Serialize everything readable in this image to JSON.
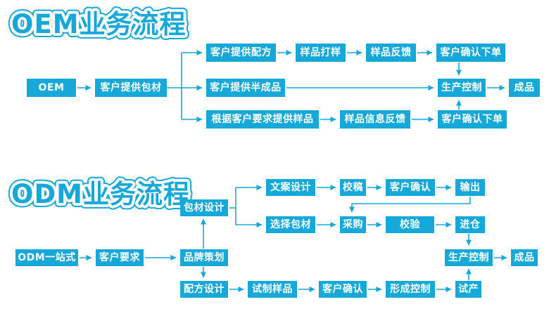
{
  "accent_color": "#17a8da",
  "background_color": "#ffffff",
  "sections": [
    {
      "id": "oem",
      "title": "OEM业务流程",
      "nodes": [
        {
          "id": "start",
          "label": "OEM"
        },
        {
          "id": "customer-packaging",
          "label": "客户提供包材"
        },
        {
          "id": "customer-formula",
          "label": "客户提供配方"
        },
        {
          "id": "sample-making",
          "label": "样品打样"
        },
        {
          "id": "sample-feedback",
          "label": "样品反馈"
        },
        {
          "id": "order-confirm-top",
          "label": "客户确认下单"
        },
        {
          "id": "customer-semifinished",
          "label": "客户提供半成品"
        },
        {
          "id": "production-control",
          "label": "生产控制"
        },
        {
          "id": "finished-product",
          "label": "成品"
        },
        {
          "id": "sample-on-request",
          "label": "根据客户要求提供样品"
        },
        {
          "id": "sample-info-feedback",
          "label": "样品信息反馈"
        },
        {
          "id": "order-confirm-bottom",
          "label": "客户确认下单"
        }
      ],
      "edges": [
        [
          "start",
          "customer-packaging"
        ],
        [
          "customer-packaging",
          "customer-formula"
        ],
        [
          "customer-packaging",
          "customer-semifinished"
        ],
        [
          "customer-packaging",
          "sample-on-request"
        ],
        [
          "customer-formula",
          "sample-making"
        ],
        [
          "sample-making",
          "sample-feedback"
        ],
        [
          "sample-feedback",
          "order-confirm-top"
        ],
        [
          "order-confirm-top",
          "production-control"
        ],
        [
          "customer-semifinished",
          "production-control"
        ],
        [
          "sample-on-request",
          "sample-info-feedback"
        ],
        [
          "sample-info-feedback",
          "order-confirm-bottom"
        ],
        [
          "order-confirm-bottom",
          "production-control"
        ],
        [
          "production-control",
          "finished-product"
        ]
      ]
    },
    {
      "id": "odm",
      "title": "ODM业务流程",
      "nodes": [
        {
          "id": "start",
          "label": "ODM一站式"
        },
        {
          "id": "customer-requirement",
          "label": "客户要求"
        },
        {
          "id": "brand-planning",
          "label": "品牌策划"
        },
        {
          "id": "packaging-design",
          "label": "包材设计"
        },
        {
          "id": "copywriting-design",
          "label": "文案设计"
        },
        {
          "id": "proofreading",
          "label": "校稿"
        },
        {
          "id": "customer-confirm-top",
          "label": "客户确认"
        },
        {
          "id": "output",
          "label": "输出"
        },
        {
          "id": "packaging-selection",
          "label": "选择包材"
        },
        {
          "id": "purchasing",
          "label": "采购"
        },
        {
          "id": "verification",
          "label": "校验"
        },
        {
          "id": "warehousing",
          "label": "进仓"
        },
        {
          "id": "formula-design",
          "label": "配方设计"
        },
        {
          "id": "trial-sample",
          "label": "试制样品"
        },
        {
          "id": "customer-confirm-bottom",
          "label": "客户确认"
        },
        {
          "id": "forming-control",
          "label": "形成控制"
        },
        {
          "id": "trial-production",
          "label": "试产"
        },
        {
          "id": "production-control",
          "label": "生产控制"
        },
        {
          "id": "finished-product",
          "label": "成品"
        }
      ],
      "edges": [
        [
          "start",
          "customer-requirement"
        ],
        [
          "customer-requirement",
          "brand-planning"
        ],
        [
          "brand-planning",
          "packaging-design"
        ],
        [
          "brand-planning",
          "formula-design"
        ],
        [
          "packaging-design",
          "copywriting-design"
        ],
        [
          "packaging-design",
          "packaging-selection"
        ],
        [
          "copywriting-design",
          "proofreading"
        ],
        [
          "proofreading",
          "customer-confirm-top"
        ],
        [
          "customer-confirm-top",
          "output"
        ],
        [
          "output",
          "purchasing"
        ],
        [
          "packaging-selection",
          "purchasing"
        ],
        [
          "purchasing",
          "verification"
        ],
        [
          "verification",
          "warehousing"
        ],
        [
          "warehousing",
          "production-control"
        ],
        [
          "formula-design",
          "trial-sample"
        ],
        [
          "trial-sample",
          "customer-confirm-bottom"
        ],
        [
          "customer-confirm-bottom",
          "forming-control"
        ],
        [
          "forming-control",
          "trial-production"
        ],
        [
          "trial-production",
          "production-control"
        ],
        [
          "production-control",
          "finished-product"
        ]
      ]
    }
  ]
}
